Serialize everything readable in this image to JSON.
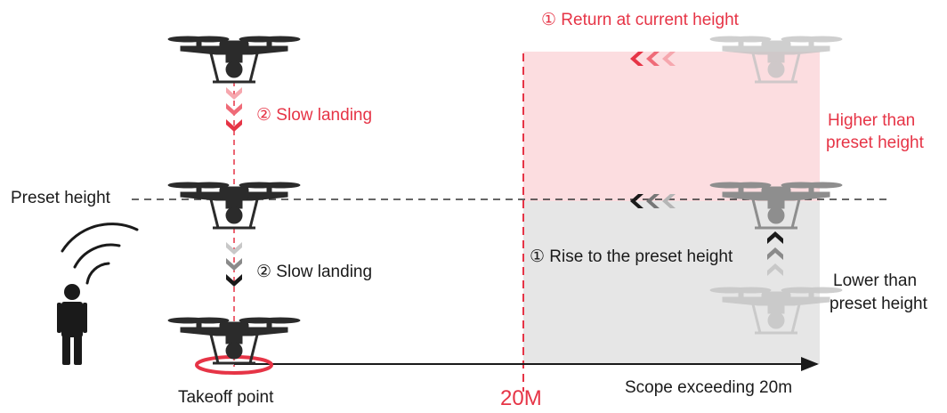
{
  "labels": {
    "return_current": "① Return at current height",
    "slow_landing_upper": "② Slow landing",
    "preset_height": "Preset height",
    "slow_landing_lower": "② Slow landing",
    "rise_preset": "① Rise to the preset height",
    "higher_line1": "Higher than",
    "higher_line2": "preset height",
    "lower_line1": "Lower than",
    "lower_line2": "preset height",
    "takeoff_point": "Takeoff point",
    "distance_marker": "20M",
    "scope": "Scope exceeding 20m"
  },
  "colors": {
    "accent_red": "#e63446",
    "higher_zone": "#fcdde0",
    "lower_zone": "#e6e6e6",
    "dark": "#1a1a1a",
    "faded_drone": "#c4c4c4"
  },
  "icons": {
    "drone": "drone-icon",
    "person": "person-icon",
    "signal": "signal-waves-icon",
    "arrow_left": "chevron-left-icon",
    "arrow_down": "chevron-down-icon",
    "arrow_up": "chevron-up-icon"
  }
}
